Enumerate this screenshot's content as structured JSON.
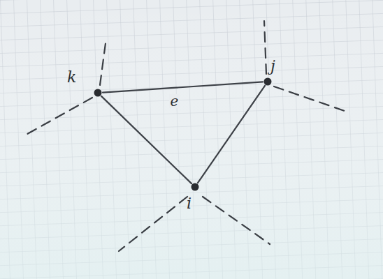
{
  "diagram": {
    "nodes": [
      {
        "text": [
          "k"
        ]
      },
      {
        "text": [
          "j"
        ]
      },
      {
        "text": [
          "i"
        ]
      }
    ],
    "edges": [
      {
        "from": 0,
        "to": 1,
        "arrow": "none",
        "label": "e"
      },
      {
        "from": 0,
        "to": 2,
        "arrow": "none"
      },
      {
        "from": 1,
        "to": 2,
        "arrow": "none"
      }
    ]
  }
}
